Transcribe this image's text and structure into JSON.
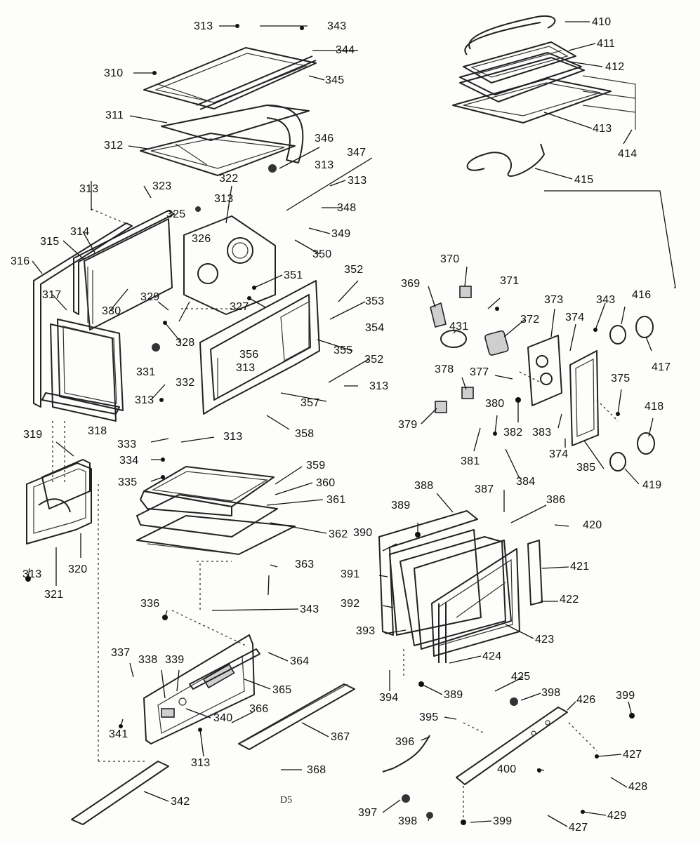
{
  "diagram": {
    "page_marker": "D5",
    "callouts": [
      "313",
      "343",
      "344",
      "310",
      "345",
      "311",
      "312",
      "346",
      "347",
      "313",
      "322",
      "313",
      "323",
      "313",
      "325",
      "313",
      "348",
      "326",
      "349",
      "350",
      "315",
      "314",
      "316",
      "351",
      "352",
      "317",
      "330",
      "329",
      "327",
      "353",
      "354",
      "328",
      "356",
      "355",
      "331",
      "313",
      "352",
      "313",
      "313",
      "332",
      "357",
      "313",
      "358",
      "318",
      "319",
      "333",
      "313",
      "334",
      "335",
      "359",
      "360",
      "361",
      "362",
      "363",
      "313",
      "343",
      "320",
      "321",
      "336",
      "337",
      "338",
      "339",
      "364",
      "365",
      "366",
      "340",
      "341",
      "367",
      "313",
      "368",
      "342",
      "410",
      "411",
      "412",
      "413",
      "414",
      "415",
      "370",
      "371",
      "369",
      "373",
      "374",
      "343",
      "416",
      "372",
      "431",
      "417",
      "377",
      "378",
      "375",
      "380",
      "379",
      "382",
      "383",
      "418",
      "374",
      "381",
      "384",
      "385",
      "419",
      "388",
      "387",
      "386",
      "389",
      "420",
      "390",
      "391",
      "421",
      "392",
      "422",
      "393",
      "423",
      "424",
      "394",
      "389",
      "425",
      "398",
      "426",
      "399",
      "395",
      "396",
      "427",
      "400",
      "428",
      "397",
      "398",
      "399",
      "427",
      "429"
    ]
  }
}
